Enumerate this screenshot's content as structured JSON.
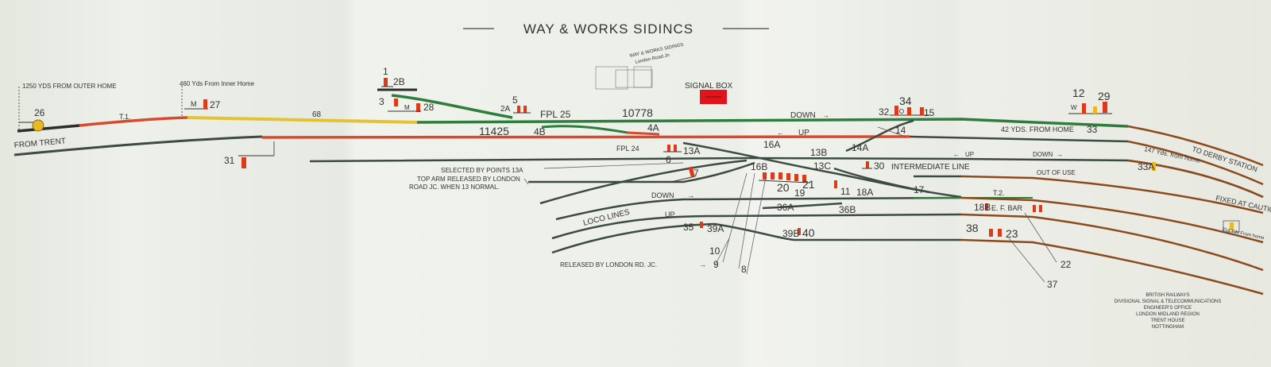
{
  "title": "WAY & WORKS SIDINCS",
  "signal_box_label": "SIGNAL BOX",
  "sketch_note": [
    "WAY & WORKS SIDINGS",
    "London Road Jn"
  ],
  "colors": {
    "paper": "#eceee7",
    "track_green": "#2e7d3c",
    "track_red": "#d84a2e",
    "track_yellow": "#e4c234",
    "track_dark": "#3c4a44",
    "track_brown": "#8b4a1c",
    "signal_red": "#dd3a1a",
    "signal_box": "#e0141a",
    "distant_yellow": "#e8b923",
    "ink": "#333333"
  },
  "labels": {
    "yds_1250": "1250 YDS FROM OUTER HOME",
    "yds_460": "460 Yds From Inner Home",
    "from_trent": "FROM TRENT",
    "t1": "T.1.",
    "track_68": "68",
    "track_11425": "11425",
    "track_10778": "10778",
    "down_main": "DOWN",
    "up_main": "UP",
    "fpl_25": "FPL 25",
    "fpl_24": "FPL 24",
    "selected_note": [
      "SELECTED BY POINTS 13A",
      "TOP ARM RELEASED BY LONDON",
      "ROAD JC. WHEN 13 NORMAL."
    ],
    "down_goods": "DOWN",
    "loco_lines": "LOCO LINES",
    "up_goods": "UP",
    "released_note": "RELEASED BY LONDON RD. JC.",
    "intermediate_line": "INTERMEDIATE LINE",
    "int_up": "UP",
    "int_down": "DOWN",
    "out_of_use": "OUT OF USE",
    "t2": "T.2.",
    "ef_bar": "E. F. BAR",
    "yds_42": "42 YDS. FROM HOME",
    "yds_147": "147 Yds. from home",
    "to_derby": "TO DERBY STATION",
    "fixed_caution": "FIXED AT CAUTION",
    "yds_314": "314 Yds From home",
    "credit": [
      "BRITISH RAILWAYS",
      "DIVISIONAL SIGNAL & TELECOMMUNICATIONS",
      "ENGINEER'S OFFICE",
      "LONDON MIDLAND REGION",
      "TRENT HOUSE",
      "NOTTINGHAM"
    ]
  },
  "numbers": {
    "n26": "26",
    "n27": "27",
    "n1": "1",
    "n2B": "2B",
    "n3": "3",
    "n28": "28",
    "n31": "31",
    "n5": "5",
    "n2A": "2A",
    "n4B": "4B",
    "n4A": "4A",
    "n6": "6",
    "n13A": "13A",
    "n7": "7",
    "n16A": "16A",
    "n13B": "13B",
    "n14A": "14A",
    "n14": "14",
    "n34": "34",
    "n32": "32",
    "n15": "15",
    "n16B": "16B",
    "n13C": "13C",
    "n30": "30",
    "n20": "20",
    "n19": "19",
    "n21": "21",
    "n11": "11",
    "n18A": "18A",
    "n17": "17",
    "n36A": "36A",
    "n36B": "36B",
    "n35": "35",
    "n39A": "39A",
    "n39B": "39B",
    "n40": "40",
    "n10": "10",
    "n9": "9",
    "n8": "8",
    "n38": "38",
    "n23": "23",
    "n18B": "18B",
    "n22": "22",
    "n37": "37",
    "n12": "12",
    "n29": "29",
    "n33": "33",
    "n33A": "33A"
  }
}
